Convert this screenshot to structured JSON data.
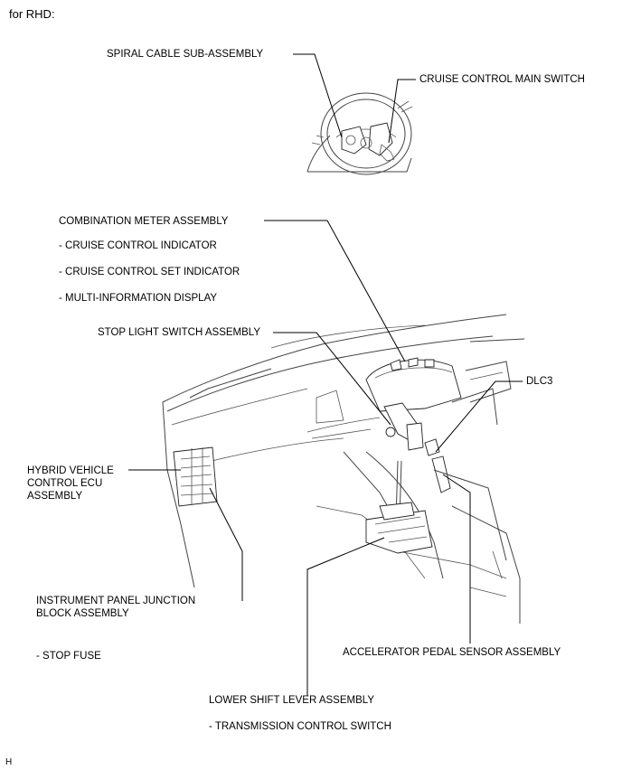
{
  "header": "for RHD:",
  "footer": "H",
  "labels": {
    "spiral_cable": "SPIRAL CABLE SUB-ASSEMBLY",
    "cruise_main_switch": "CRUISE CONTROL MAIN SWITCH",
    "combination_meter": "COMBINATION METER ASSEMBLY",
    "cruise_indicator": "- CRUISE CONTROL INDICATOR",
    "cruise_set_indicator": "- CRUISE CONTROL SET INDICATOR",
    "multi_info_display": "- MULTI-INFORMATION DISPLAY",
    "stop_light_switch": "STOP LIGHT SWITCH ASSEMBLY",
    "dlc3": "DLC3",
    "hv_ecu_1": "HYBRID VEHICLE",
    "hv_ecu_2": "CONTROL ECU",
    "hv_ecu_3": "ASSEMBLY",
    "ip_junction_1": "INSTRUMENT PANEL JUNCTION",
    "ip_junction_2": "BLOCK ASSEMBLY",
    "stop_fuse": "- STOP FUSE",
    "accel_pedal": "ACCELERATOR PEDAL SENSOR ASSEMBLY",
    "lower_shift": "LOWER SHIFT LEVER ASSEMBLY",
    "trans_switch": "- TRANSMISSION CONTROL SWITCH"
  }
}
